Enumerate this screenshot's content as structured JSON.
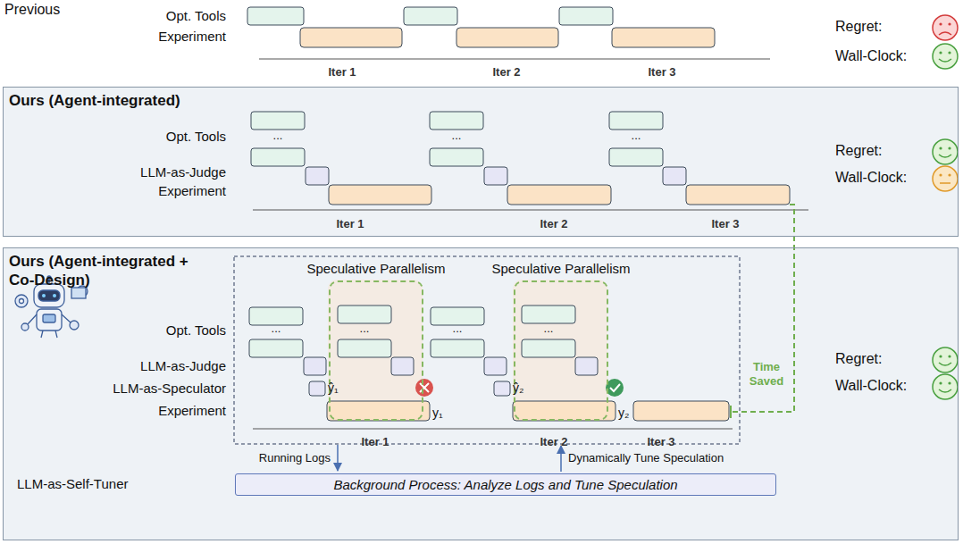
{
  "diagram": {
    "nodes": [
      {
        "text": [
          "Ours (Agent-integrated)"
        ]
      },
      {
        "text": [
          "Ours (Agent-integrated + Co-Design)"
        ]
      },
      {
        "text": [
          "Speculative Parallelism"
        ],
        "in": 1
      },
      {
        "text": [
          "Speculative Parallelism"
        ],
        "in": 1
      },
      {
        "text": [
          "LLM-as-Self-Tuner",
          "Background Process: Analyze Logs and Tune Speculation"
        ],
        "in": 1
      }
    ],
    "edges": [],
    "labels": [
      "Previous",
      "Opt. Tools",
      "Experiment",
      "Iter 1",
      "Iter 2",
      "Iter 3",
      "Regret:",
      "Wall-Clock:",
      "Opt. Tools",
      "LLM-as-Judge",
      "Experiment",
      "...",
      "...",
      "...",
      "Iter 1",
      "Iter 2",
      "Iter 3",
      "Regret:",
      "Wall-Clock:",
      "Opt. Tools",
      "LLM-as-Judge",
      "LLM-as-Speculator",
      "Experiment",
      "...",
      "...",
      "...",
      "...",
      "ŷ₁",
      "y₁",
      "ŷ₂",
      "y₂",
      "Iter 1",
      "Iter 2",
      "Iter 3",
      "Time Saved",
      "Regret:",
      "Wall-Clock:",
      "Running Logs",
      "Dynamically Tune Speculation"
    ]
  }
}
